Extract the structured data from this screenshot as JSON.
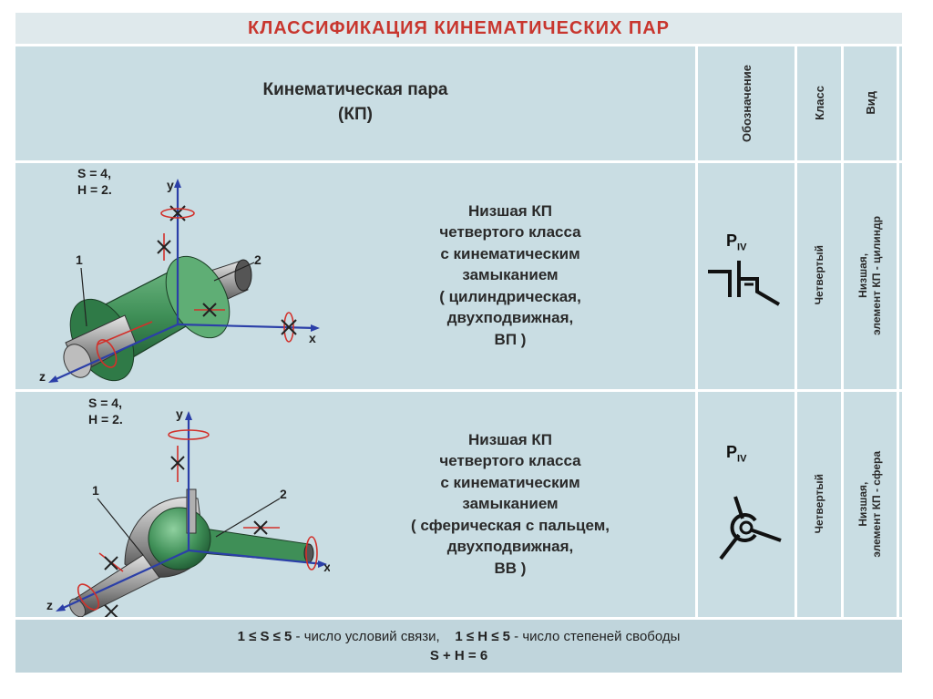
{
  "title": "КЛАССИФИКАЦИЯ КИНЕМАТИЧЕСКИХ ПАР",
  "header": {
    "kp_line1": "Кинематическая пара",
    "kp_line2": "(КП)",
    "col_designation": "Обозначение",
    "col_class": "Класс",
    "col_type": "Вид"
  },
  "rows": [
    {
      "s_value": "S = 4,",
      "h_value": "H = 2.",
      "axis_x": "x",
      "axis_y": "y",
      "axis_z": "z",
      "label_1": "1",
      "label_2": "2",
      "description": [
        "Низшая КП",
        "четвертого класса",
        "с кинематическим",
        "замыканием",
        "( цилиндрическая,",
        "двухподвижная,",
        "ВП )"
      ],
      "symbol_main": "P",
      "symbol_sub": "IV",
      "class_text": "Четвертый",
      "type_text": "Низшая,\nэлемент КП - цилиндр"
    },
    {
      "s_value": "S = 4,",
      "h_value": "H = 2.",
      "axis_x": "x",
      "axis_y": "y",
      "axis_z": "z",
      "label_1": "1",
      "label_2": "2",
      "description": [
        "Низшая КП",
        "четвертого класса",
        "с кинематическим",
        "замыканием",
        "( сферическая с пальцем,",
        "двухподвижная,",
        "ВВ )"
      ],
      "symbol_main": "P",
      "symbol_sub": "IV",
      "class_text": "Четвертый",
      "type_text": "Низшая,\nэлемент КП - сфера"
    }
  ],
  "footer": {
    "s_range": "1  ≤  S  ≤  5",
    "s_caption": " - число условий связи,",
    "h_range": "1  ≤  H  ≤  5",
    "h_caption": " - число степеней свободы",
    "sum": "S + H = 6"
  },
  "colors": {
    "title_red": "#c8362e",
    "panel_blue": "#c9dde3",
    "cylinder_green": "#3f8f57",
    "axis_blue": "#2b3fa8",
    "arrow_red": "#d2302a"
  }
}
